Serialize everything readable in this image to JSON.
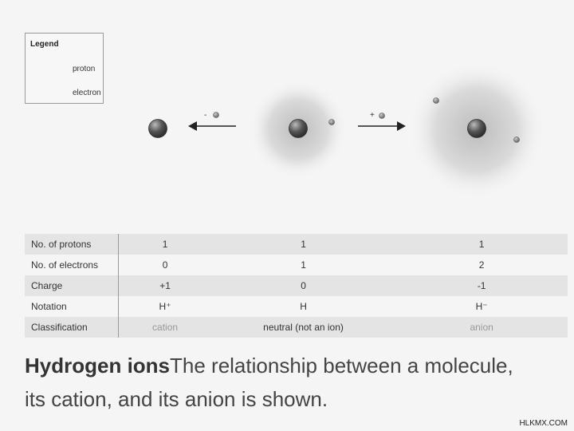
{
  "legend": {
    "title": "Legend",
    "proton_label": "proton",
    "electron_label": "electron"
  },
  "arrows": {
    "left_sign": "-",
    "right_sign": "+"
  },
  "table": {
    "rows": [
      {
        "label": "No. of protons",
        "cation": "1",
        "neutral": "1",
        "anion": "1"
      },
      {
        "label": "No. of electrons",
        "cation": "0",
        "neutral": "1",
        "anion": "2"
      },
      {
        "label": "Charge",
        "cation": "+1",
        "neutral": "0",
        "anion": "-1"
      },
      {
        "label": "Notation",
        "cation": "H⁺",
        "neutral": "H",
        "anion": "H⁻"
      },
      {
        "label": "Classification",
        "cation": "cation",
        "neutral": "neutral (not an ion)",
        "anion": "anion"
      }
    ]
  },
  "caption": {
    "bold": "Hydrogen ions",
    "text": "The relationship between a molecule, its cation, and its anion is shown."
  },
  "watermark": "HLKMX.COM"
}
